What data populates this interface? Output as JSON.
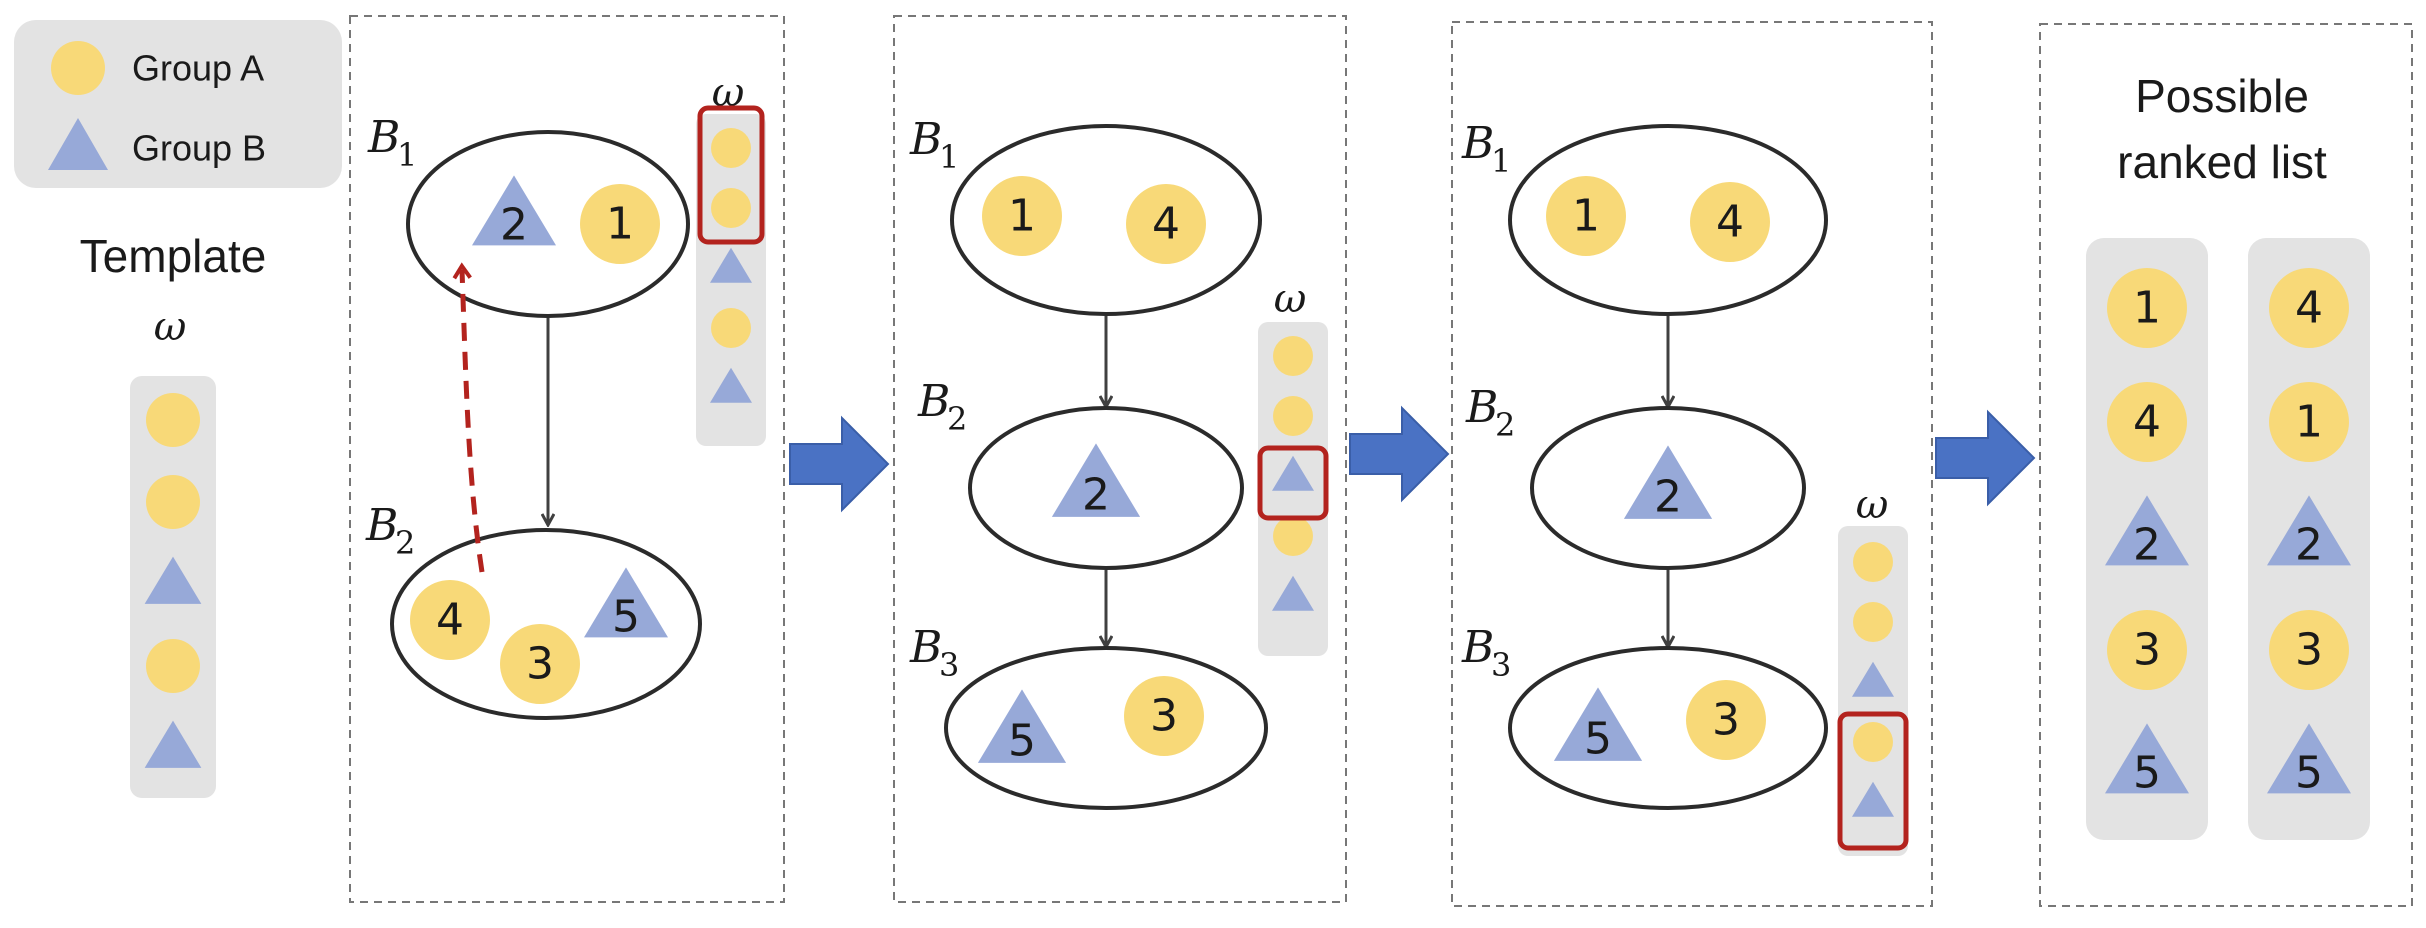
{
  "legend": {
    "group_a_label": "Group A",
    "group_b_label": "Group B"
  },
  "template": {
    "title": "Template",
    "omega": "ω",
    "sequence": [
      "A",
      "A",
      "B",
      "A",
      "B"
    ]
  },
  "bucket_labels": {
    "letter": "B",
    "sub1": "1",
    "sub2": "2",
    "sub3": "3"
  },
  "panel1": {
    "b1_items": [
      {
        "group": "B",
        "id": "2"
      },
      {
        "group": "A",
        "id": "1"
      }
    ],
    "b2_items": [
      {
        "group": "A",
        "id": "4"
      },
      {
        "group": "A",
        "id": "3"
      },
      {
        "group": "B",
        "id": "5"
      }
    ],
    "omega": "ω",
    "omega_sequence": [
      "A",
      "A",
      "B",
      "A",
      "B"
    ],
    "highlight": "first two"
  },
  "panel2": {
    "b1_items": [
      {
        "group": "A",
        "id": "1"
      },
      {
        "group": "A",
        "id": "4"
      }
    ],
    "b2_items": [
      {
        "group": "B",
        "id": "2"
      }
    ],
    "b3_items": [
      {
        "group": "B",
        "id": "5"
      },
      {
        "group": "A",
        "id": "3"
      }
    ],
    "omega": "ω",
    "omega_sequence": [
      "A",
      "A",
      "B",
      "A",
      "B"
    ]
  },
  "panel3": {
    "b1_items": [
      {
        "group": "A",
        "id": "1"
      },
      {
        "group": "A",
        "id": "4"
      }
    ],
    "b2_items": [
      {
        "group": "B",
        "id": "2"
      }
    ],
    "b3_items": [
      {
        "group": "B",
        "id": "5"
      },
      {
        "group": "A",
        "id": "3"
      }
    ],
    "omega": "ω",
    "omega_sequence": [
      "A",
      "A",
      "B",
      "A",
      "B"
    ]
  },
  "result": {
    "title_line1": "Possible",
    "title_line2": "ranked list",
    "list1": [
      {
        "group": "A",
        "id": "1"
      },
      {
        "group": "A",
        "id": "4"
      },
      {
        "group": "B",
        "id": "2"
      },
      {
        "group": "A",
        "id": "3"
      },
      {
        "group": "B",
        "id": "5"
      }
    ],
    "list2": [
      {
        "group": "A",
        "id": "4"
      },
      {
        "group": "A",
        "id": "1"
      },
      {
        "group": "B",
        "id": "2"
      },
      {
        "group": "A",
        "id": "3"
      },
      {
        "group": "B",
        "id": "5"
      }
    ]
  },
  "colors": {
    "group_a": "#f8d978",
    "group_b": "#97a9d8",
    "highlight": "#b3231e",
    "arrow": "#4a72c4",
    "strip": "#e3e3e3",
    "dashed_arrow": "#b3231e"
  }
}
